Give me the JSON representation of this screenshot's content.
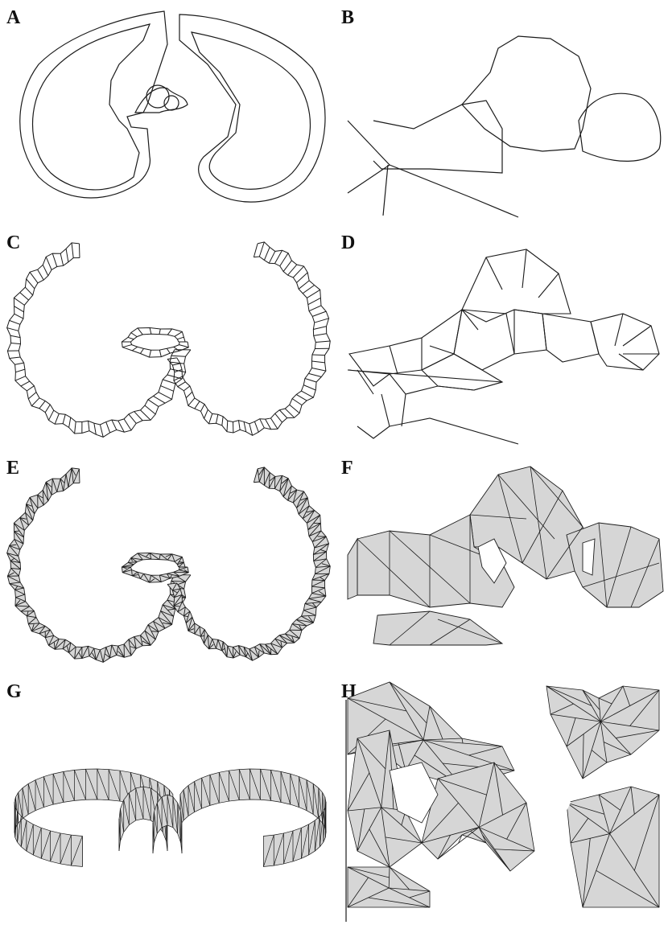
{
  "panels": [
    {
      "label": "A"
    },
    {
      "label": "B"
    },
    {
      "label": "C"
    },
    {
      "label": "D"
    },
    {
      "label": "E"
    },
    {
      "label": "F"
    },
    {
      "label": "G"
    },
    {
      "label": "H"
    }
  ],
  "colors": {
    "line": "#1a1a1a",
    "fill": "#d6d6d6",
    "background": "#ffffff"
  }
}
